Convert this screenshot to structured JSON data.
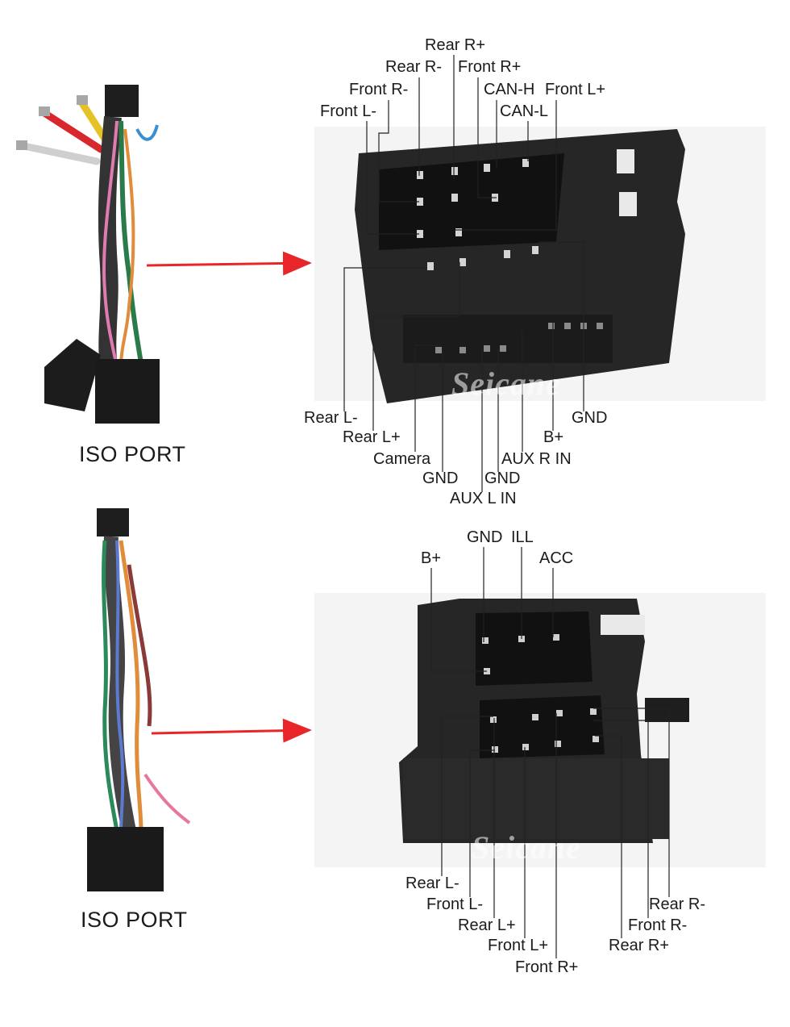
{
  "watermark": "Seicane",
  "colors": {
    "arrow": "#e8262a",
    "leader": "#222222",
    "connector": "#2b2b2b"
  },
  "harness_top": {
    "caption": "ISO PORT",
    "top_labels": [
      "Rear R+",
      "Rear R-",
      "Front R+",
      "Front R-",
      "CAN-H",
      "Front L+",
      "Front L-",
      "CAN-L"
    ],
    "bottom_labels": [
      "Rear L-",
      "GND",
      "Rear L+",
      "B+",
      "Camera",
      "AUX R IN",
      "GND",
      "GND",
      "AUX L IN"
    ]
  },
  "harness_bottom": {
    "caption": "ISO PORT",
    "top_labels": [
      "GND",
      "ILL",
      "B+",
      "ACC"
    ],
    "bottom_labels": [
      "Rear L-",
      "Front L-",
      "Rear R-",
      "Rear L+",
      "Front R-",
      "Front L+",
      "Rear R+",
      "Front R+"
    ]
  }
}
